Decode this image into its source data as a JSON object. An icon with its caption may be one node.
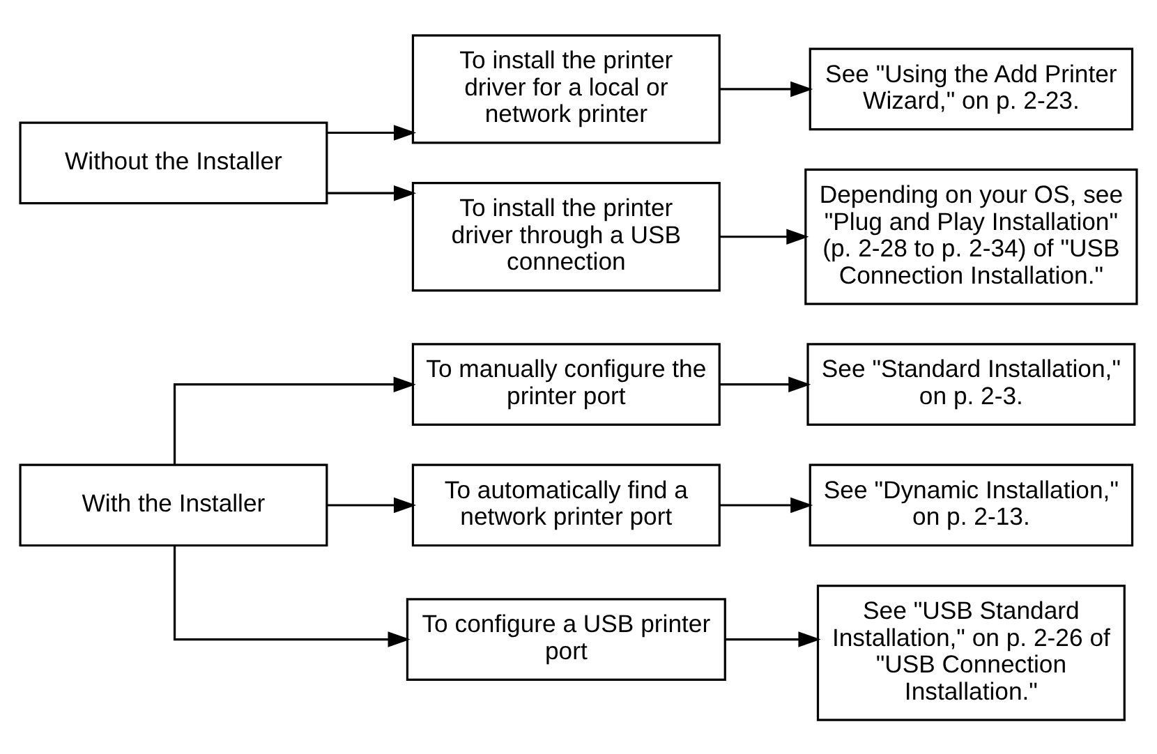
{
  "diagram": {
    "nodes": [
      {
        "text": [
          "With the Installer"
        ]
      },
      {
        "text": [
          "To manually configure the printer port"
        ]
      },
      {
        "text": [
          "See \"Standard Installation,\" on p. 2-3."
        ]
      },
      {
        "text": [
          "To automatically find a network printer port"
        ]
      },
      {
        "text": [
          "See \"Dynamic Installation,\" on p. 2-13."
        ]
      },
      {
        "text": [
          "To configure a USB printer port"
        ]
      },
      {
        "text": [
          "See \"USB Standard Installation,\" on p. 2-26 of \"USB Connection Installation.\""
        ]
      },
      {
        "text": [
          "Without the Installer"
        ]
      },
      {
        "text": [
          "To install the printer driver for a local or network printer"
        ]
      },
      {
        "text": [
          "See \"Using the Add Printer Wizard,\" on p. 2-23."
        ]
      },
      {
        "text": [
          "To install the printer driver through a USB connection"
        ]
      },
      {
        "text": [
          "Depending on your OS, see \"Plug and Play Installation\" (p. 2-28 to p. 2-34) of \"USB Connection Installation.\""
        ]
      }
    ],
    "edges": [
      {
        "from": 0,
        "to": 1,
        "arrow": "to"
      },
      {
        "from": 0,
        "to": 3,
        "arrow": "to"
      },
      {
        "from": 0,
        "to": 5,
        "arrow": "to"
      },
      {
        "from": 1,
        "to": 2,
        "arrow": "to"
      },
      {
        "from": 3,
        "to": 4,
        "arrow": "to"
      },
      {
        "from": 5,
        "to": 6,
        "arrow": "to"
      },
      {
        "from": 7,
        "to": 8,
        "arrow": "to"
      },
      {
        "from": 7,
        "to": 10,
        "arrow": "to"
      },
      {
        "from": 8,
        "to": 9,
        "arrow": "to"
      },
      {
        "from": 10,
        "to": 11,
        "arrow": "to"
      }
    ]
  }
}
